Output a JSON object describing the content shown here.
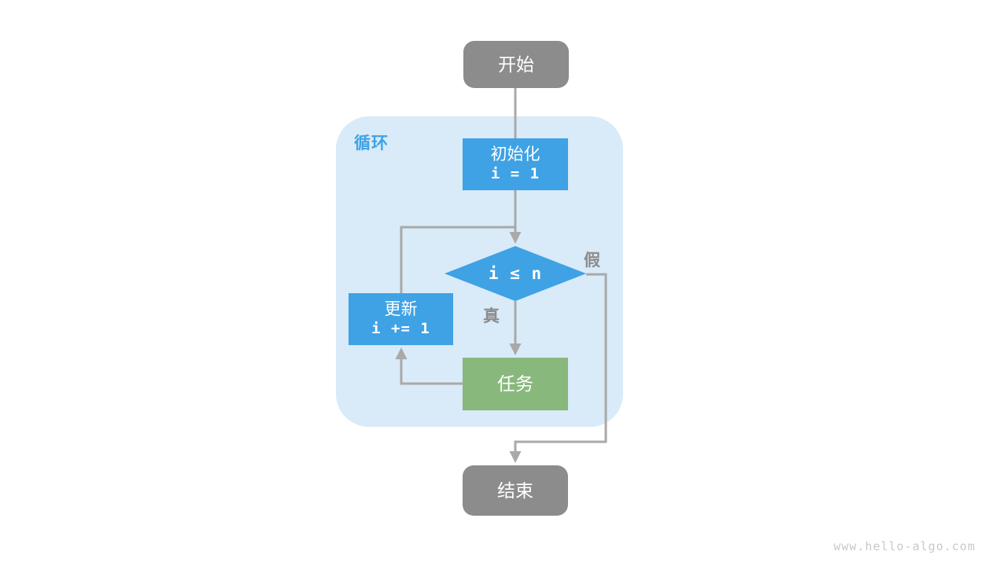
{
  "diagram": {
    "loop_label": "循环",
    "nodes": {
      "start": {
        "label": "开始"
      },
      "init": {
        "label": "初始化",
        "code": "i = 1"
      },
      "condition": {
        "label": "i ≤ n"
      },
      "update": {
        "label": "更新",
        "code": "i += 1"
      },
      "task": {
        "label": "任务"
      },
      "end": {
        "label": "结束"
      }
    },
    "edge_labels": {
      "true_label": "真",
      "false_label": "假"
    },
    "colors": {
      "node_blue": "#3fa2e4",
      "node_green": "#89b87d",
      "node_gray": "#8c8c8c",
      "loop_container_bg": "#d9eaf8",
      "arrow_gray": "#a9a9a9",
      "loop_label_blue": "#3fa2e4",
      "edge_label_gray": "#8c8c8c",
      "watermark_gray": "#c9c9c9"
    },
    "watermark": "www.hello-algo.com"
  }
}
